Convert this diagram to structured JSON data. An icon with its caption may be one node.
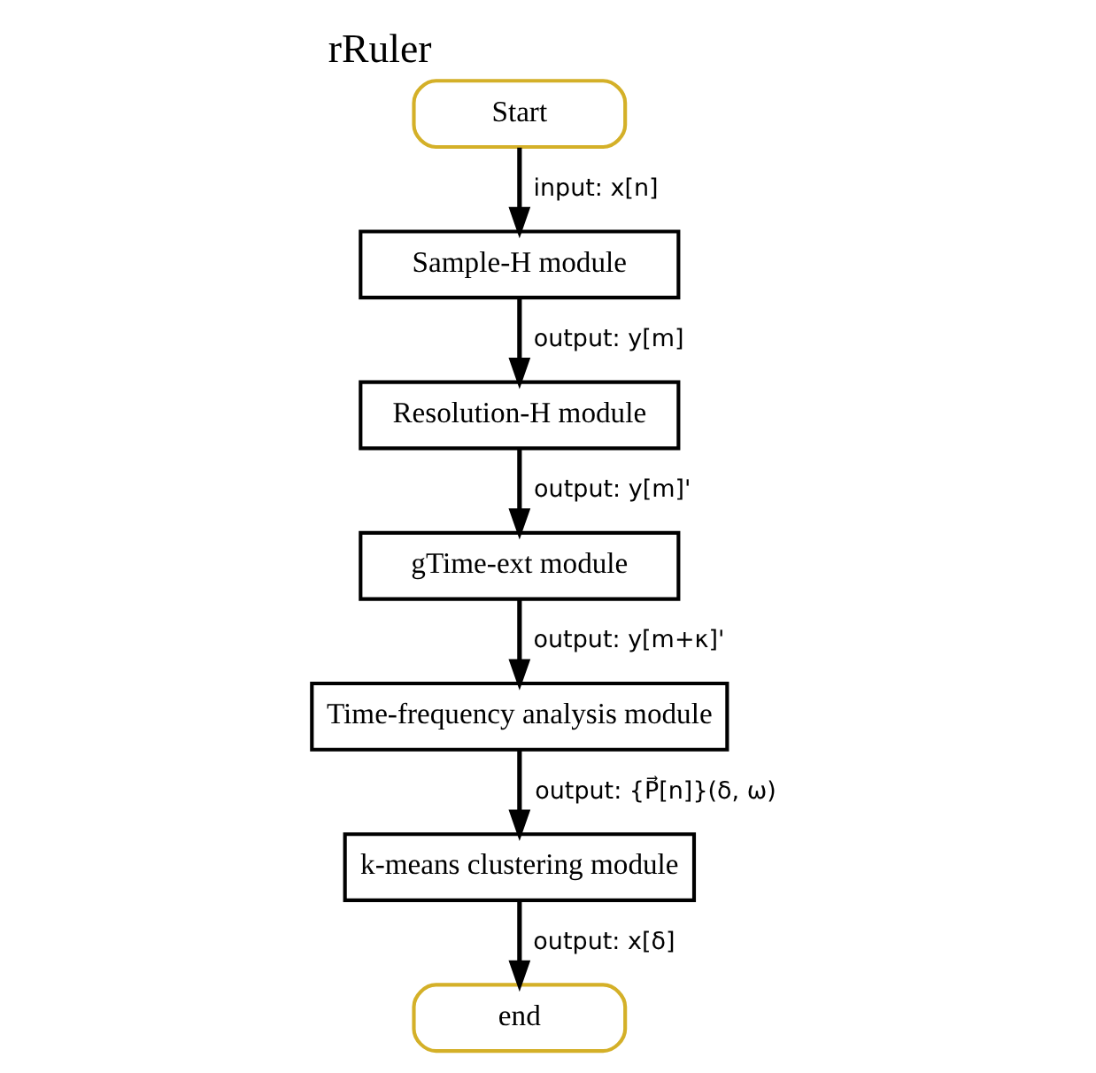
{
  "diagram": {
    "title": "rRuler",
    "nodes": [
      {
        "text": [
          "Start"
        ]
      },
      {
        "text": [
          "Sample-H module"
        ]
      },
      {
        "text": [
          "Resolution-H module"
        ]
      },
      {
        "text": [
          "gTime-ext module"
        ]
      },
      {
        "text": [
          "Time-frequency analysis module"
        ]
      },
      {
        "text": [
          "k-means clustering module"
        ]
      },
      {
        "text": [
          "end"
        ]
      }
    ],
    "edges": [
      {
        "from": 0,
        "to": 1,
        "arrow": "to",
        "label": "input: x[n]"
      },
      {
        "from": 1,
        "to": 2,
        "arrow": "to",
        "label": "output: y[m]"
      },
      {
        "from": 2,
        "to": 3,
        "arrow": "to",
        "label": "output: y[m]'"
      },
      {
        "from": 3,
        "to": 4,
        "arrow": "to",
        "label": "output: y[m+κ]'"
      },
      {
        "from": 4,
        "to": 5,
        "arrow": "to",
        "label": "output: {P⃗[n]}(δ, ω)"
      },
      {
        "from": 5,
        "to": 6,
        "arrow": "to",
        "label": "output: x[δ]"
      }
    ]
  }
}
